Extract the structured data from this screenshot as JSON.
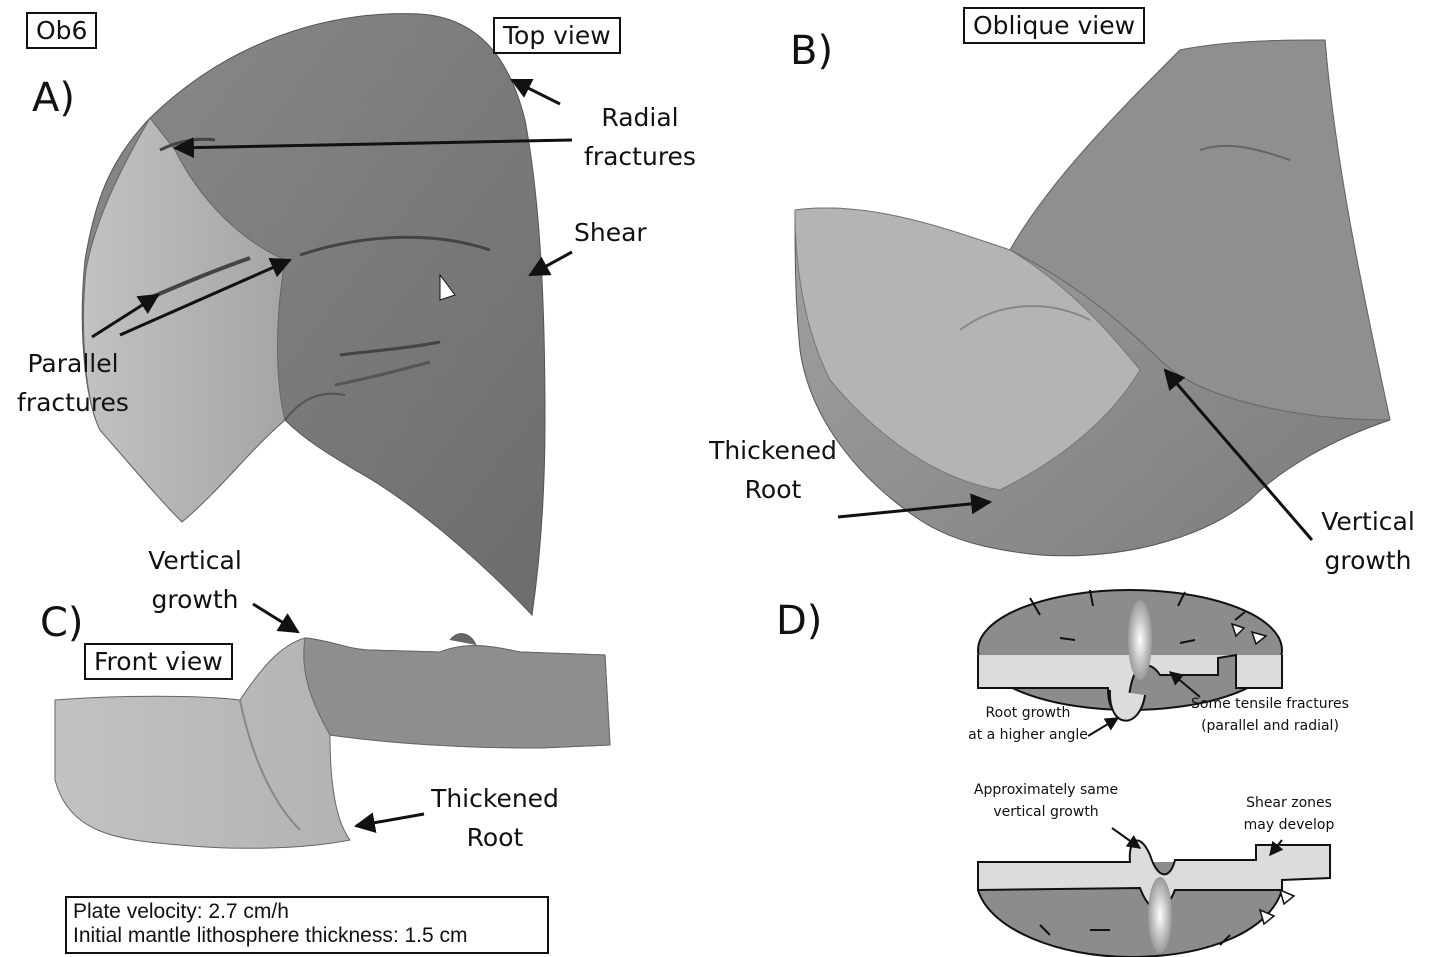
{
  "figure_id": "Ob6",
  "panels": {
    "a": {
      "letter": "A)",
      "view": "Top view",
      "radial_1": "Radial",
      "radial_2": "fractures",
      "shear": "Shear",
      "parallel_1": "Parallel",
      "parallel_2": "fractures"
    },
    "b": {
      "letter": "B)",
      "view": "Oblique view",
      "thick_1": "Thickened",
      "thick_2": "Root",
      "vert_1": "Vertical",
      "vert_2": "growth"
    },
    "c": {
      "letter": "C)",
      "view": "Front view",
      "vert_1": "Vertical",
      "vert_2": "growth",
      "thick_1": "Thickened",
      "thick_2": "Root"
    },
    "d": {
      "letter": "D)",
      "root_1": "Root growth",
      "root_2": "at a higher angle",
      "tensile_1": "Some tensile fractures",
      "tensile_2": "(parallel and radial)",
      "approx_1": "Approximately same",
      "approx_2": "vertical growth",
      "shearz_1": "Shear zones",
      "shearz_2": "may develop"
    }
  },
  "parameters": {
    "velocity": "Plate velocity: 2.7 cm/h",
    "thickness": "Initial mantle lithosphere thickness: 1.5 cm"
  },
  "colors": {
    "model_gray": "#7d7d7d",
    "light_gray": "#c9c9c9",
    "line": "#111111"
  }
}
